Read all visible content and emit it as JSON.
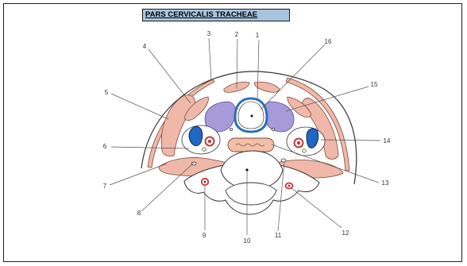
{
  "title": "PARS CERVICALIS TRACHEAE",
  "labels": [
    "1",
    "2",
    "3",
    "4",
    "5",
    "6",
    "7",
    "8",
    "9",
    "10",
    "11",
    "12",
    "13",
    "14",
    "15",
    "16"
  ],
  "colors": {
    "muscle": "#f0b8a8",
    "muscle_stroke": "#7a4a3e",
    "thyroid": "#a69bd8",
    "vein": "#1f67c0",
    "artery": "#c23b3b",
    "trachea_ring": "#2a6fb5",
    "esophagus": "#f2c0a6",
    "bone": "#ffffff"
  }
}
